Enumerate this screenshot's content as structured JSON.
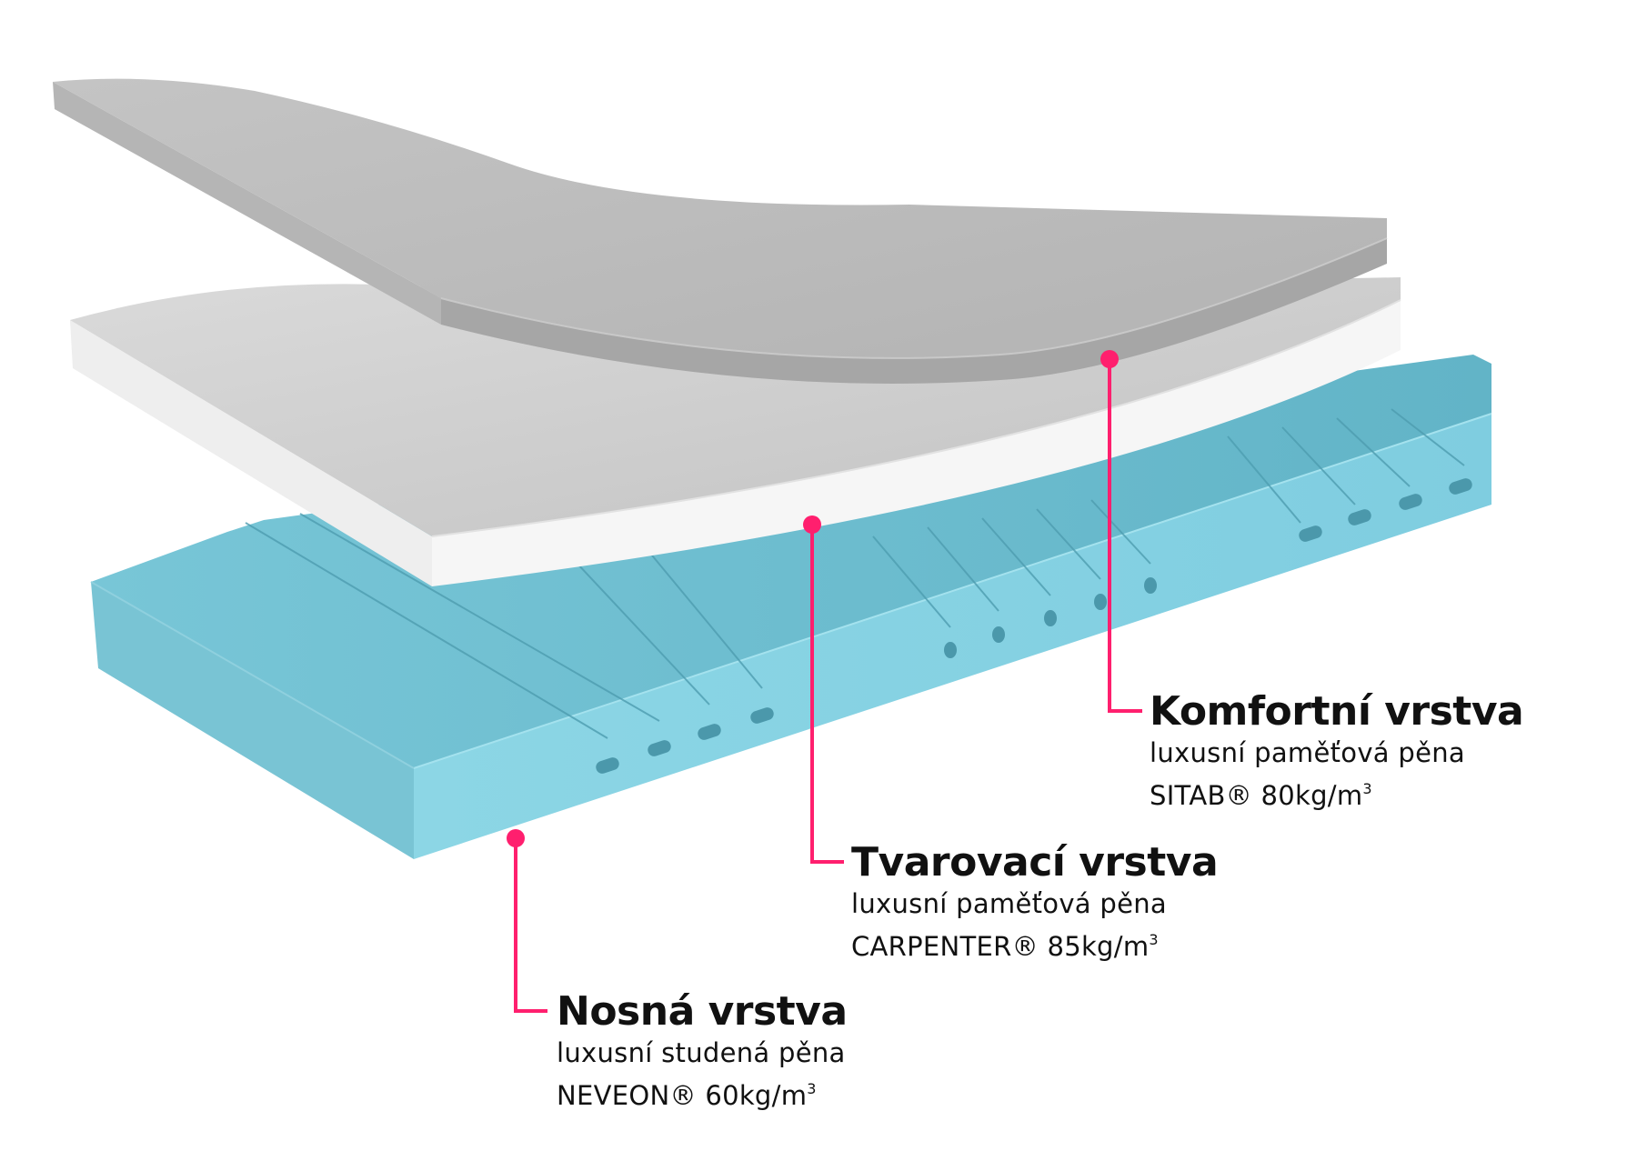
{
  "diagram": {
    "subject": "Mattress layer cross-section",
    "accent_color": "#ff1f6e",
    "layer_colors": {
      "comfort_top": "#bdbdbd",
      "comfort_edge": "#a9a9a9",
      "shaping_top": "#cfcfcf",
      "shaping_edge": "#f4f4f4",
      "base_top": "#6fc0d2",
      "base_front": "#86d3e2",
      "base_side": "#7cc6d6"
    },
    "layers": [
      {
        "id": "comfort",
        "title": "Komfortní vrstva",
        "line1": "luxusní paměťová pěna",
        "line2_text": "SITAB® 80kg/m",
        "line2_sup": "3"
      },
      {
        "id": "shaping",
        "title": "Tvarovací vrstva",
        "line1": "luxusní paměťová pěna",
        "line2_text": "CARPENTER® 85kg/m",
        "line2_sup": "3"
      },
      {
        "id": "base",
        "title": "Nosná vrstva",
        "line1": "luxusní studená pěna",
        "line2_text": "NEVEON® 60kg/m",
        "line2_sup": "3"
      }
    ]
  }
}
